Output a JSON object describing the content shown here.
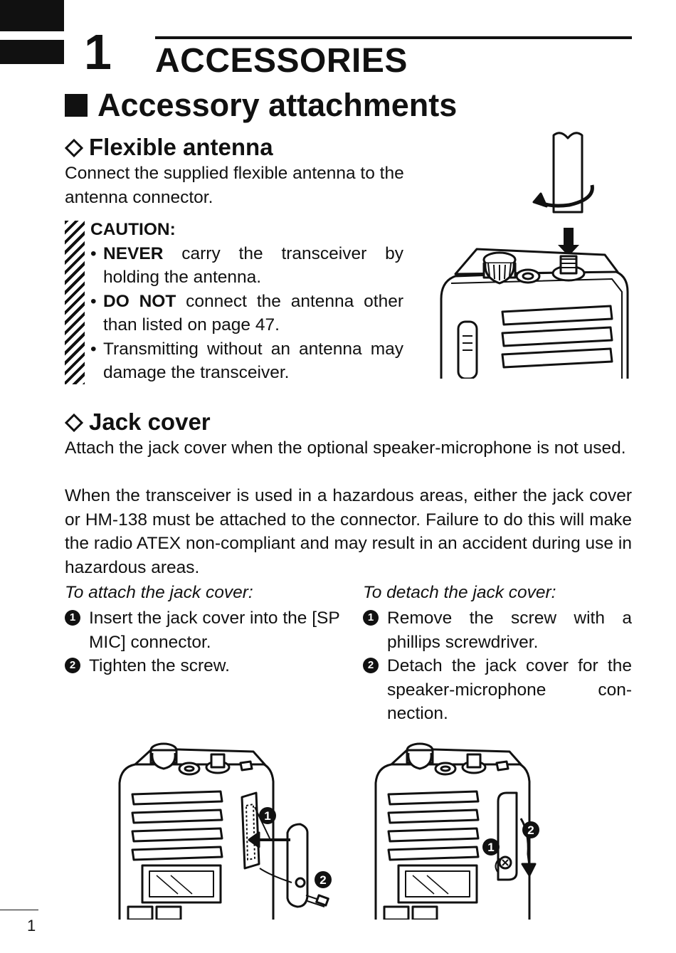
{
  "chapter": {
    "number": "1",
    "title": "ACCESSORIES"
  },
  "section": {
    "title": "Accessory attachments"
  },
  "antenna": {
    "title": "Flexible antenna",
    "intro": "Connect the supplied flexible antenna to the antenna connector.",
    "caution": {
      "heading": "CAUTION:",
      "items": [
        {
          "bold": "NEVER",
          "text": " carry the transceiver by holding the antenna."
        },
        {
          "bold": "DO NOT",
          "text": " connect the antenna other than listed on page 47."
        },
        {
          "bold": "",
          "text": "Transmitting without an antenna may damage the transceiver."
        }
      ]
    }
  },
  "jack_cover": {
    "title": "Jack cover",
    "para1": "Attach the jack cover when the optional speaker-microphone is not used.",
    "para2": "When the transceiver is used in a hazardous areas, either the jack cover or HM-138 must be attached to the connector. Failure to do this will make the radio ATEX non-compliant and may result in an accident during use in hazardous areas.",
    "attach": {
      "heading": "To attach the jack cover:",
      "steps": [
        {
          "num": "1",
          "text": "Insert the jack cover into the [SP MIC] connector."
        },
        {
          "num": "2",
          "text": "Tighten the screw."
        }
      ]
    },
    "detach": {
      "heading": "To detach the jack cover:",
      "steps": [
        {
          "num": "1",
          "text": "Remove the screw with a phillips screwdriver."
        },
        {
          "num": "2",
          "text": "Detach the jack cover for the speaker-microphone con-nection."
        }
      ]
    },
    "figure_callouts": {
      "one": "1",
      "two": "2"
    }
  },
  "page": {
    "number": "1"
  },
  "icons": {
    "section_marker": "black-square-icon",
    "sub_marker": "diamond-outline-icon"
  }
}
